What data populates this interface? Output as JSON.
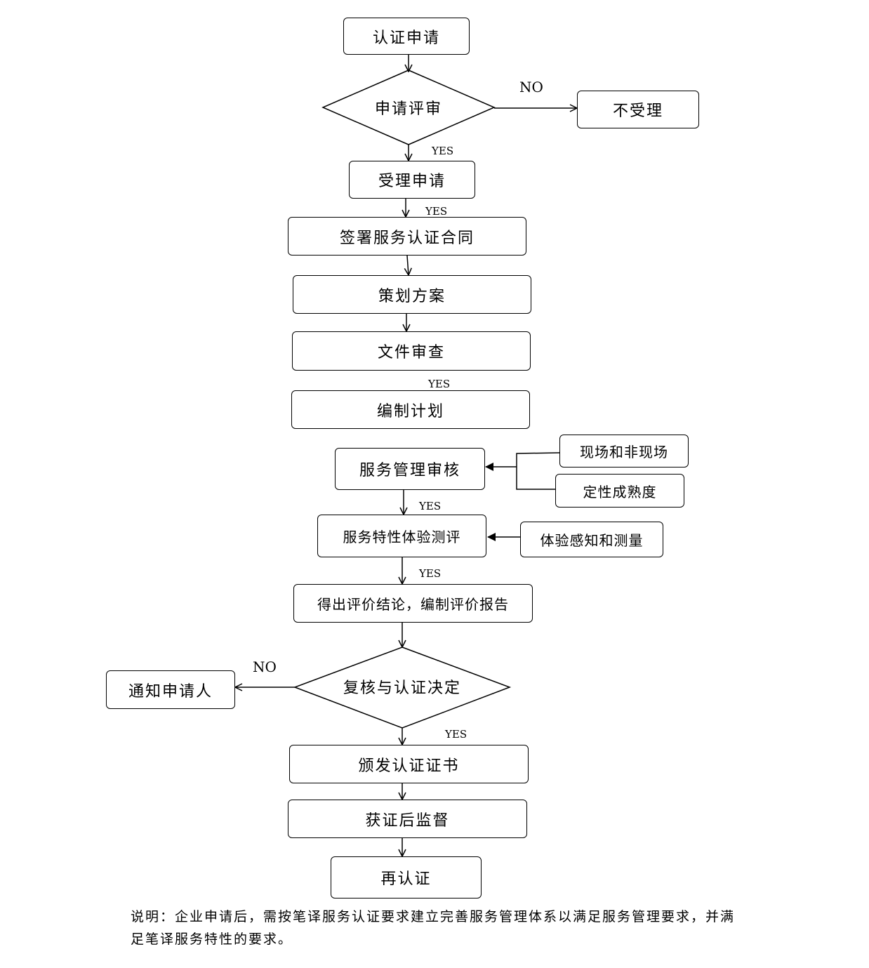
{
  "nodes": {
    "apply": "认证申请",
    "review": "申请评审",
    "reject": "不受理",
    "accept": "受理申请",
    "contract": "签署服务认证合同",
    "plan_scheme": "策划方案",
    "doc_review": "文件审查",
    "plan": "编制计划",
    "mgmt_audit": "服务管理审核",
    "onsite": "现场和非现场",
    "maturity": "定性成熟度",
    "feature_eval": "服务特性体验测评",
    "experience": "体验感知和测量",
    "conclusion": "得出评价结论，编制评价报告",
    "decision": "复核与认证决定",
    "notify": "通知申请人",
    "issue": "颁发认证证书",
    "supervise": "获证后监督",
    "recert": "再认证"
  },
  "edge_labels": {
    "no_reject": "NO",
    "yes_1": "YES",
    "yes_2": "YES",
    "yes_3": "YES",
    "yes_4": "YES",
    "yes_5": "YES",
    "no_notify": "NO",
    "yes_6": "YES"
  },
  "note": "说明：企业申请后，需按笔译服务认证要求建立完善服务管理体系以满足服务管理要求，并满足笔译服务特性的要求。"
}
